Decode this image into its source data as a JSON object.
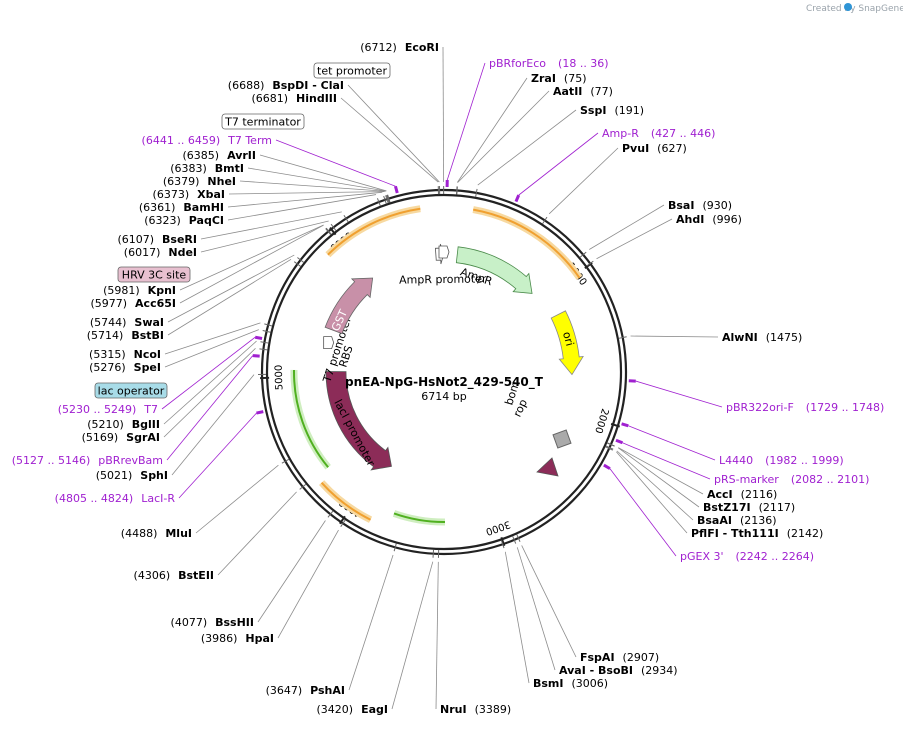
{
  "brand": "Created by SnapGene",
  "plasmid": {
    "name": "pnEA-NpG-HsNot2_429-540_T",
    "length_label": "6714 bp",
    "length_bp": 6714
  },
  "ticks": [
    "1000",
    "2000",
    "3000",
    "4000",
    "5000",
    "6000"
  ],
  "sites_right": [
    {
      "name": "ZraI",
      "pos": "(75)"
    },
    {
      "name": "AatII",
      "pos": "(77)"
    },
    {
      "name": "SspI",
      "pos": "(191)"
    },
    {
      "name": "PvuI",
      "pos": "(627)"
    },
    {
      "name": "BsaI",
      "pos": "(930)"
    },
    {
      "name": "AhdI",
      "pos": "(996)"
    },
    {
      "name": "AlwNI",
      "pos": "(1475)"
    },
    {
      "name": "AccI",
      "pos": "(2116)"
    },
    {
      "name": "BstZ17I",
      "pos": "(2117)"
    },
    {
      "name": "BsaAI",
      "pos": "(2136)"
    },
    {
      "name": "PflFI - Tth111I",
      "pos": "(2142)"
    },
    {
      "name": "FspAI",
      "pos": "(2907)"
    },
    {
      "name": "AvaI - BsoBI",
      "pos": "(2934)"
    },
    {
      "name": "BsmI",
      "pos": "(3006)"
    },
    {
      "name": "NruI",
      "pos": "(3389)"
    }
  ],
  "sites_left": [
    {
      "name": "EcoRI",
      "pos": "(6712)"
    },
    {
      "name": "BspDI - ClaI",
      "pos": "(6688)"
    },
    {
      "name": "HindIII",
      "pos": "(6681)"
    },
    {
      "name": "AvrII",
      "pos": "(6385)"
    },
    {
      "name": "BmtI",
      "pos": "(6383)"
    },
    {
      "name": "NheI",
      "pos": "(6379)"
    },
    {
      "name": "XbaI",
      "pos": "(6373)"
    },
    {
      "name": "BamHI",
      "pos": "(6361)"
    },
    {
      "name": "PaqCI",
      "pos": "(6323)"
    },
    {
      "name": "BseRI",
      "pos": "(6107)"
    },
    {
      "name": "NdeI",
      "pos": "(6017)"
    },
    {
      "name": "KpnI",
      "pos": "(5981)"
    },
    {
      "name": "Acc65I",
      "pos": "(5977)"
    },
    {
      "name": "SwaI",
      "pos": "(5744)"
    },
    {
      "name": "BstBI",
      "pos": "(5714)"
    },
    {
      "name": "NcoI",
      "pos": "(5315)"
    },
    {
      "name": "SpeI",
      "pos": "(5276)"
    },
    {
      "name": "BglII",
      "pos": "(5210)"
    },
    {
      "name": "SgrAI",
      "pos": "(5169)"
    },
    {
      "name": "SphI",
      "pos": "(5021)"
    },
    {
      "name": "MluI",
      "pos": "(4488)"
    },
    {
      "name": "BstEII",
      "pos": "(4306)"
    },
    {
      "name": "BssHII",
      "pos": "(4077)"
    },
    {
      "name": "HpaI",
      "pos": "(3986)"
    },
    {
      "name": "PshAI",
      "pos": "(3647)"
    },
    {
      "name": "EagI",
      "pos": "(3420)"
    }
  ],
  "primers": [
    {
      "name": "pBRforEco",
      "range": "(18 .. 36)"
    },
    {
      "name": "Amp-R",
      "range": "(427 .. 446)"
    },
    {
      "name": "pBR322ori-F",
      "range": "(1729 .. 1748)"
    },
    {
      "name": "L4440",
      "range": "(1982 .. 1999)"
    },
    {
      "name": "pRS-marker",
      "range": "(2082 .. 2101)"
    },
    {
      "name": "pGEX 3'",
      "range": "(2242 .. 2264)"
    },
    {
      "name": "T7 Term",
      "range": "(6441 .. 6459)"
    },
    {
      "name": "T7",
      "range": "(5230 .. 5249)"
    },
    {
      "name": "pBRrevBam",
      "range": "(5127 .. 5146)"
    },
    {
      "name": "LacI-R",
      "range": "(4805 .. 4824)"
    }
  ],
  "boxed_features": [
    {
      "name": "tet promoter",
      "style": "white"
    },
    {
      "name": "T7 terminator",
      "style": "white"
    },
    {
      "name": "HRV 3C site",
      "style": "pink"
    },
    {
      "name": "lac operator",
      "style": "cyan"
    }
  ],
  "features": [
    {
      "name": "AmpR promoter"
    },
    {
      "name": "AmpR"
    },
    {
      "name": "ori"
    },
    {
      "name": "bom"
    },
    {
      "name": "rop"
    },
    {
      "name": "lacI"
    },
    {
      "name": "lacI promoter"
    },
    {
      "name": "T7 promoter"
    },
    {
      "name": "RBS"
    },
    {
      "name": "GST"
    }
  ],
  "colors": {
    "backbone": "#222222",
    "primer": "#a020d0",
    "ampr": "#c8f0c8",
    "ori": "#ffff00",
    "gst": "#c890a8",
    "laci": "#8c2c58",
    "rop": "#8c2c58",
    "orange_orf": "#f0a030",
    "green_orf": "#50b020",
    "hrv": "#e8c0d0",
    "lac_operator": "#a8dce8"
  }
}
